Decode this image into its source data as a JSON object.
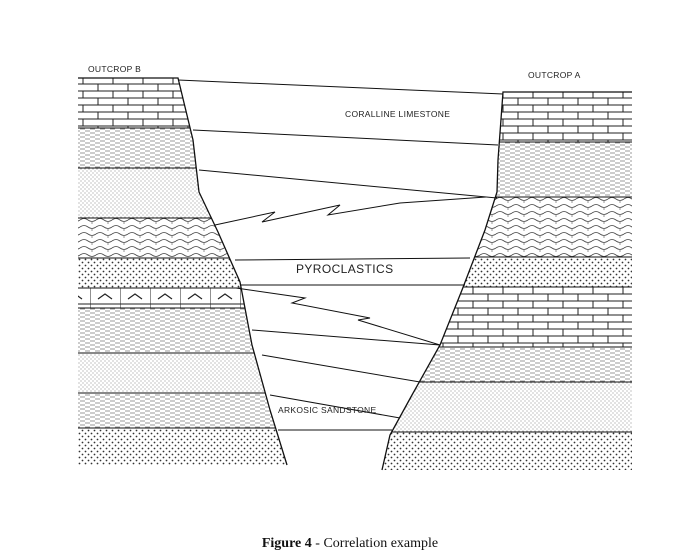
{
  "labels": {
    "outcrop_b": "OUTCROP B",
    "outcrop_a": "OUTCROP A",
    "coraline_limestone": "CORALLINE LIMESTONE",
    "pyroclastics": "PYROCLASTICS",
    "arkosic_sandstone": "ARKOSIC SANDSTONE"
  },
  "caption": {
    "figure_number": "Figure 4",
    "separator": " - ",
    "text": "Correlation example"
  }
}
